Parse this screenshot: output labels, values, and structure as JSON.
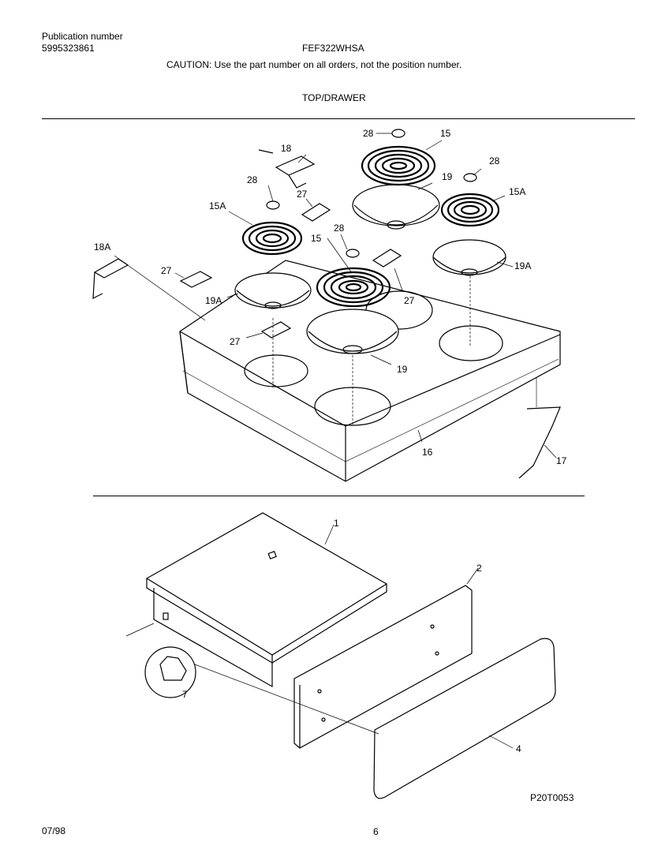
{
  "header": {
    "publication_label": "Publication number",
    "publication_number": "5995323861",
    "model": "FEF322WHSA",
    "caution": "CAUTION:  Use the part number on all orders, not the position number.",
    "section": "TOP/DRAWER"
  },
  "callouts": {
    "c28a": "28",
    "c15a": "15",
    "c18": "18",
    "c19a": "19",
    "c28b": "28",
    "c28c": "28",
    "c27a": "27",
    "c15A_a": "15A",
    "c15A_b": "15A",
    "c18A": "18A",
    "c28d": "28",
    "c15b": "15",
    "c27b": "27",
    "c19A_a": "19A",
    "c27c": "27",
    "c19A_b": "19A",
    "c27d": "27",
    "c19b": "19",
    "c16": "16",
    "c17": "17",
    "c1": "1",
    "c2": "2",
    "c7": "7",
    "c4": "4"
  },
  "footer": {
    "diagram_code": "P20T0053",
    "date": "07/98",
    "page": "6"
  }
}
